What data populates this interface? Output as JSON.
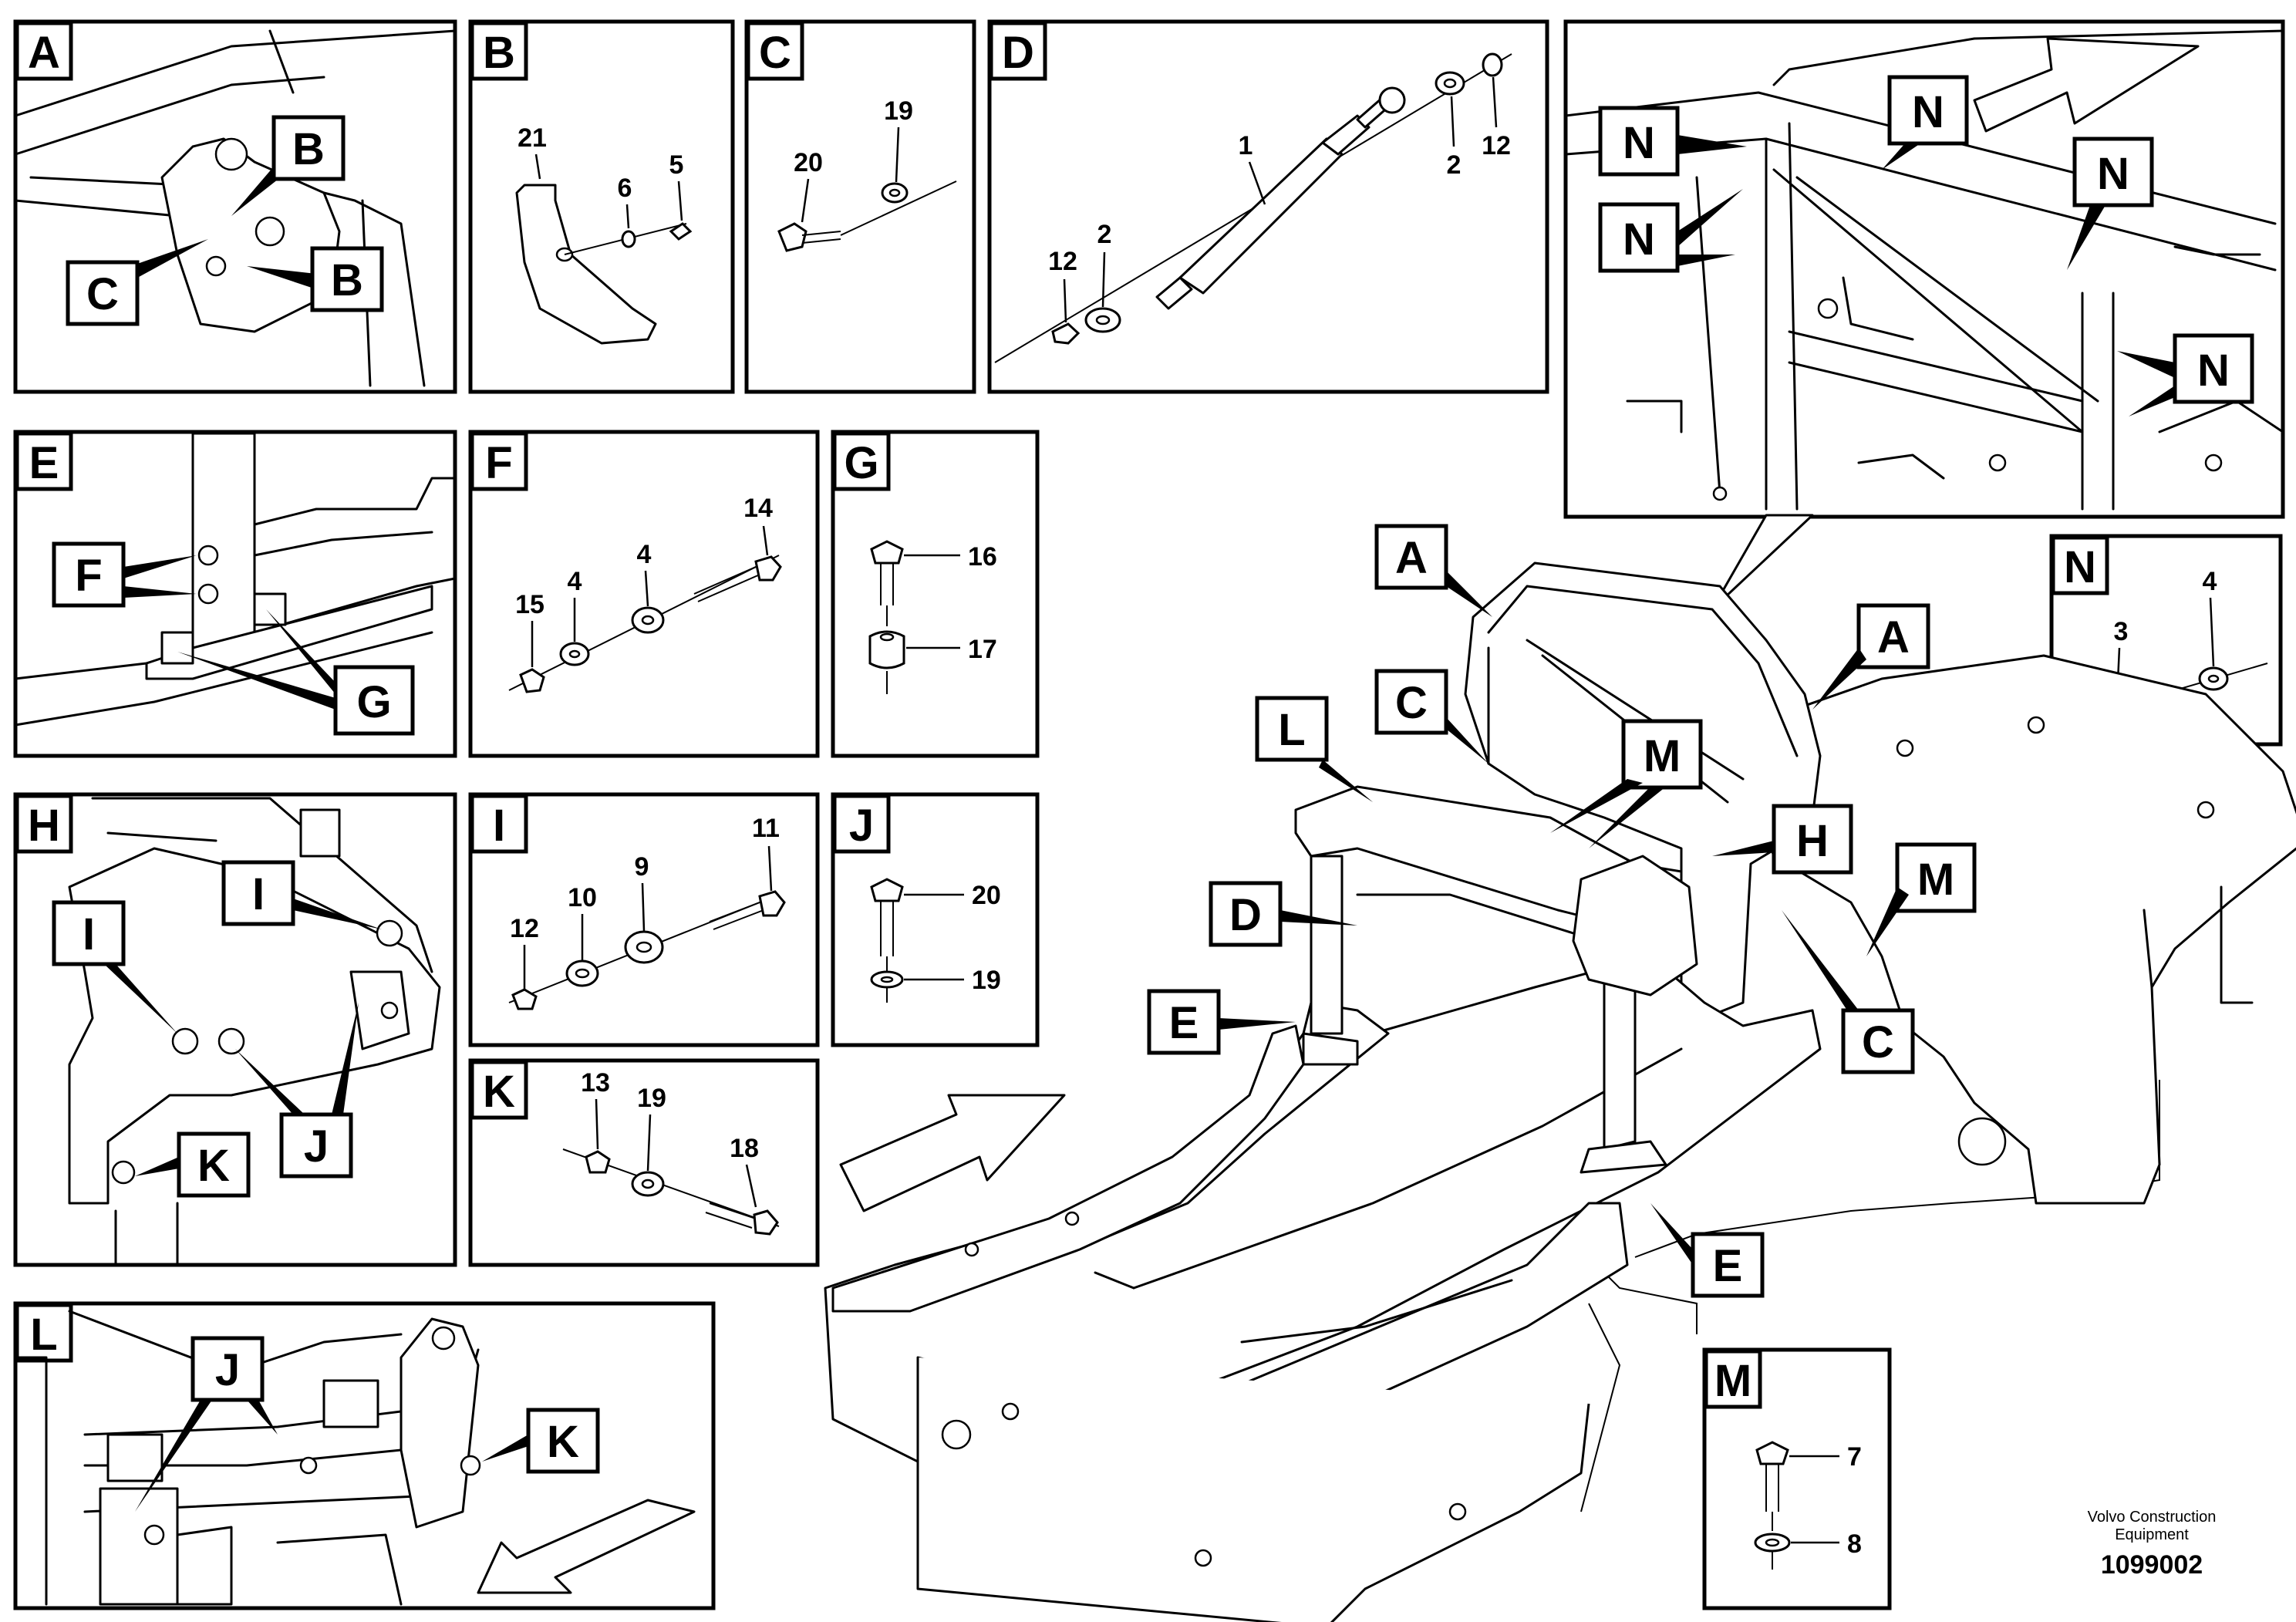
{
  "panels": {
    "A": {
      "letter": "A",
      "callouts": [
        "B",
        "B",
        "C"
      ]
    },
    "B": {
      "letter": "B",
      "parts": [
        "21",
        "6",
        "5"
      ]
    },
    "C": {
      "letter": "C",
      "parts": [
        "20",
        "19"
      ]
    },
    "D": {
      "letter": "D",
      "parts": [
        "1",
        "2",
        "12",
        "12",
        "2"
      ]
    },
    "E": {
      "letter": "E",
      "callouts": [
        "F",
        "G"
      ]
    },
    "F": {
      "letter": "F",
      "parts": [
        "14",
        "15",
        "4",
        "4"
      ]
    },
    "G": {
      "letter": "G",
      "parts": [
        "16",
        "17"
      ]
    },
    "H": {
      "letter": "H",
      "callouts": [
        "I",
        "I",
        "J",
        "K"
      ]
    },
    "I": {
      "letter": "I",
      "parts": [
        "11",
        "12",
        "10",
        "9"
      ]
    },
    "J": {
      "letter": "J",
      "parts": [
        "20",
        "19"
      ]
    },
    "K": {
      "letter": "K",
      "parts": [
        "13",
        "19",
        "18"
      ]
    },
    "L": {
      "letter": "L",
      "callouts": [
        "J",
        "K"
      ]
    },
    "M": {
      "letter": "M",
      "parts": [
        "7",
        "8"
      ]
    },
    "N": {
      "letter": "N",
      "parts": [
        "3",
        "4"
      ]
    },
    "N_detail": {
      "callouts": [
        "N",
        "N",
        "N",
        "N",
        "N"
      ]
    }
  },
  "main_callouts": [
    "A",
    "A",
    "C",
    "C",
    "L",
    "M",
    "M",
    "H",
    "D",
    "E",
    "E"
  ],
  "footer": {
    "company_line1": "Volvo Construction",
    "company_line2": "Equipment",
    "doc_number": "1099002"
  }
}
